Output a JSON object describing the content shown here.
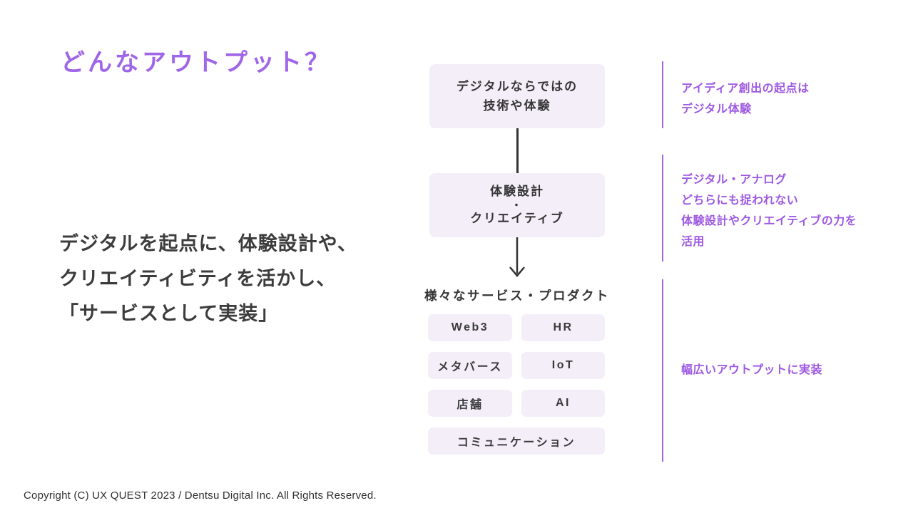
{
  "page": {
    "title": "どんなアウトプット？",
    "footer": "Copyright (C) UX QUEST 2023 / Dentsu Digital Inc. All Rights Reserved."
  },
  "statement": {
    "line1": "デジタルを起点に、体験設計や、",
    "line2": "クリエイティビティを活かし、",
    "line3": "「サービスとして実装」"
  },
  "flow": {
    "box_digital": {
      "line1": "デジタルならではの",
      "line2": "技術や体験"
    },
    "box_experience": {
      "line1": "体験設計",
      "dot": "・",
      "line2": "クリエイティブ"
    },
    "outputs_label": "様々なサービス・プロダクト",
    "outputs": [
      "Web3",
      "HR",
      "メタバース",
      "IoT",
      "店舗",
      "AI",
      "コミュニケーション"
    ]
  },
  "annotations": {
    "idea": {
      "line1": "アイディア創出の起点は",
      "line2": "デジタル体験"
    },
    "design": {
      "line1": "デジタル・アナログ",
      "line2": "どちらにも捉われない",
      "line3": "体験設計やクリエイティブの力を",
      "line4": "活用"
    },
    "implement": {
      "line1": "幅広いアウトプットに実装"
    }
  },
  "colors": {
    "accent_purple_title": "#A066E8",
    "accent_purple_text": "#9D58E2",
    "accent_purple_line": "#A263E2",
    "box_background": "#F4EEF9",
    "text_dark": "#3C3C3C",
    "arrow_dark": "#333333"
  }
}
